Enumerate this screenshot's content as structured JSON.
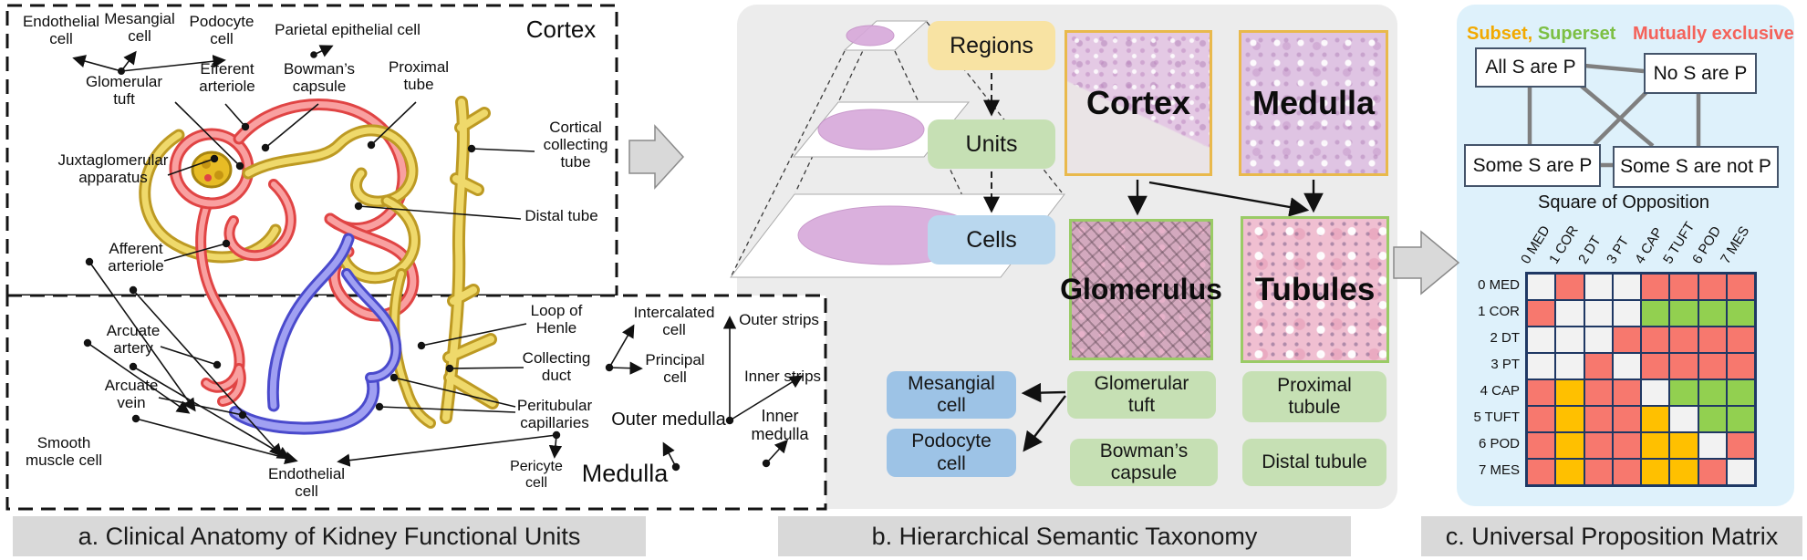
{
  "panels": {
    "a": {
      "caption": "a. Clinical Anatomy of Kidney Functional Units",
      "labels": {
        "endothelial_top": "Endothelial cell",
        "mesangial_top": "Mesangial cell",
        "podocyte_top": "Podocyte cell",
        "parietal": "Parietal epithelial cell",
        "glomerular_tuft": "Glomerular tuft",
        "efferent_arteriole": "Efferent arteriole",
        "bowmans_capsule": "Bowman’s capsule",
        "proximal_tube": "Proximal tube",
        "cortex": "Cortex",
        "juxtaglomerular": "Juxtaglomerular apparatus",
        "cortical_collecting_tube": "Cortical collecting tube",
        "distal_tube": "Distal tube",
        "afferent_arteriole": "Afferent arteriole",
        "arcuate_artery": "Arcuate artery",
        "arcuate_vein": "Arcuate vein",
        "smooth_muscle_cell": "Smooth muscle cell",
        "endothelial_bottom": "Endothelial cell",
        "loop_of_henle": "Loop of Henle",
        "collecting_duct": "Collecting duct",
        "peritubular_capillaries": "Peritubular capillaries",
        "intercalated_cell": "Intercalated cell",
        "principal_cell": "Principal cell",
        "outer_strips": "Outer strips",
        "inner_strips": "Inner strips",
        "outer_medulla": "Outer medulla",
        "inner_medulla": "Inner medulla",
        "medulla": "Medulla",
        "pericyte_cell": "Pericyte cell"
      }
    },
    "b": {
      "caption": "b. Hierarchical Semantic Taxonomy",
      "hierarchy": {
        "regions": "Regions",
        "units": "Units",
        "cells": "Cells"
      },
      "images": {
        "cortex": "Cortex",
        "medulla": "Medulla",
        "glomerulus": "Glomerulus",
        "tubules": "Tubules"
      },
      "unit_boxes": {
        "glomerular_tuft": "Glomerular tuft",
        "bowmans_capsule": "Bowman’s capsule",
        "proximal_tubule": "Proximal tubule",
        "distal_tubule": "Distal tubule"
      },
      "cell_boxes": {
        "mesangial": "Mesangial cell",
        "podocyte": "Podocyte cell"
      }
    },
    "c": {
      "caption": "c. Universal Proposition Matrix",
      "legend": {
        "subset": "Subset,",
        "superset": "Superset",
        "exclusive": "Mutually exclusive"
      },
      "legend_colors": {
        "subset": "#F2A900",
        "superset": "#7CBF43",
        "exclusive": "#F4625A"
      },
      "propositions": {
        "a": "All S are P",
        "e": "No S are P",
        "i": "Some S are P",
        "o": "Some S are not P"
      },
      "square_label": "Square of Opposition",
      "matrix": {
        "row_labels": [
          "0 MED",
          "1 COR",
          "2 DT",
          "3 PT",
          "4 CAP",
          "5 TUFT",
          "6 POD",
          "7 MES"
        ],
        "col_labels": [
          "0 MED",
          "1 COR",
          "2 DT",
          "3 PT",
          "4 CAP",
          "5 TUFT",
          "6 POD",
          "7 MES"
        ],
        "palette": {
          "W": "#F2F2F2",
          "R": "#F7786E",
          "O": "#FFC000",
          "G": "#92D050"
        },
        "cells": [
          [
            "W",
            "R",
            "W",
            "W",
            "R",
            "R",
            "R",
            "R"
          ],
          [
            "R",
            "W",
            "W",
            "W",
            "G",
            "G",
            "G",
            "G"
          ],
          [
            "W",
            "W",
            "W",
            "R",
            "R",
            "R",
            "R",
            "R"
          ],
          [
            "W",
            "W",
            "R",
            "W",
            "R",
            "R",
            "R",
            "R"
          ],
          [
            "R",
            "O",
            "R",
            "R",
            "W",
            "G",
            "G",
            "G"
          ],
          [
            "R",
            "O",
            "R",
            "R",
            "O",
            "W",
            "G",
            "G"
          ],
          [
            "R",
            "O",
            "R",
            "R",
            "O",
            "O",
            "W",
            "R"
          ],
          [
            "R",
            "O",
            "R",
            "R",
            "O",
            "O",
            "R",
            "W"
          ]
        ]
      }
    }
  }
}
